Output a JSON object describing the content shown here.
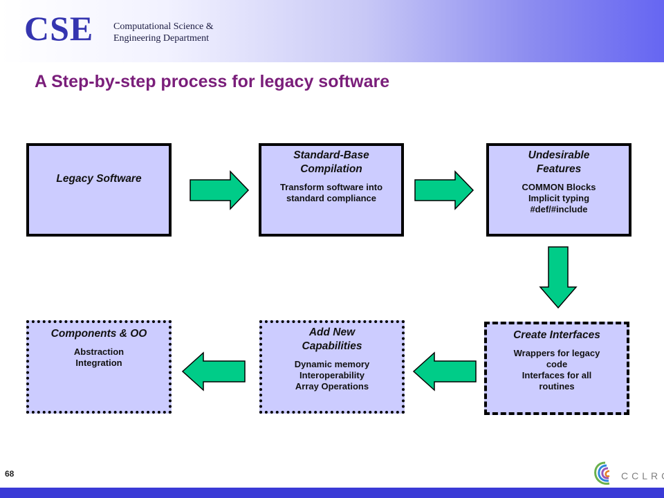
{
  "header": {
    "logo_text": "CSE",
    "dept_line1": "Computational Science &",
    "dept_line2": "Engineering Department"
  },
  "slide_title": "A Step-by-step process for legacy software",
  "boxes": {
    "legacy": {
      "title": "Legacy Software"
    },
    "standard": {
      "title_line1": "Standard-Base",
      "title_line2": "Compilation",
      "desc_line1": "Transform software into",
      "desc_line2": "standard compliance"
    },
    "undesirable": {
      "title_line1": "Undesirable",
      "title_line2": "Features",
      "items": [
        "COMMON Blocks",
        "Implicit typing",
        "#def/#include"
      ]
    },
    "interfaces": {
      "title": "Create Interfaces",
      "items": [
        "Wrappers for legacy",
        "code",
        "Interfaces for all",
        "routines"
      ]
    },
    "capabilities": {
      "title_line1": "Add New",
      "title_line2": "Capabilities",
      "items": [
        "Dynamic memory",
        "Interoperability",
        "Array Operations"
      ]
    },
    "components": {
      "title": "Components & OO",
      "items": [
        "Abstraction",
        "Integration"
      ]
    }
  },
  "footer": {
    "page_number": "68",
    "org_logo_text": "CCLRC"
  },
  "colors": {
    "box_fill": "#ccccff",
    "arrow_fill": "#00cc88",
    "title_color": "#7a1e7a",
    "logo_color": "#3535b0",
    "bottom_band": "#3a3ad6"
  }
}
